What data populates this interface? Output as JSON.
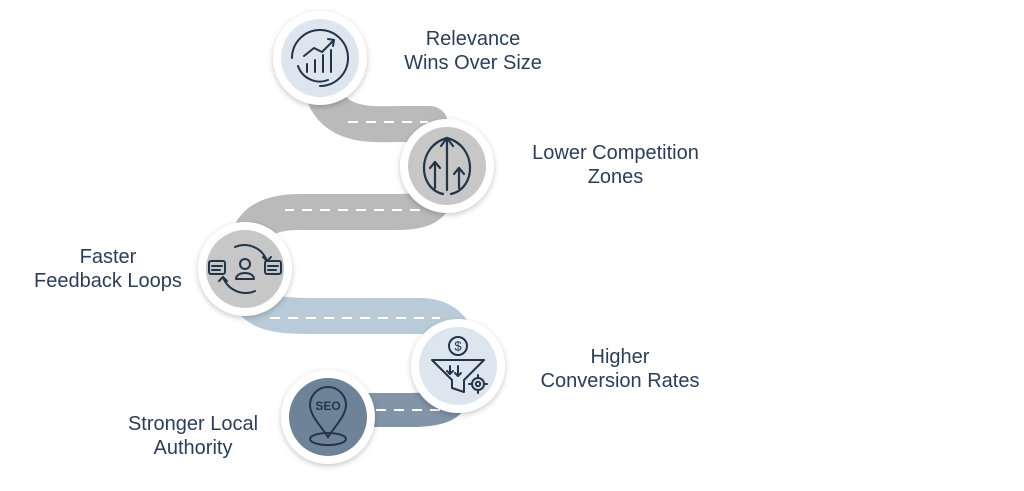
{
  "colors": {
    "road_gray": "#b9bab9",
    "road_blue": "#b9cbd8",
    "road_slate": "#8294a7",
    "dash": "#ffffff",
    "circle_ring": "#ffffff",
    "icon_fill_light": "#dde5ee",
    "icon_fill_gray": "#c6c7c6",
    "icon_fill_slate": "#6f8398",
    "icon_stroke": "#24354a",
    "text": "#2c3e57"
  },
  "milestones": [
    {
      "id": "relevance",
      "icon": "growth-chart-icon",
      "lines": [
        "Relevance",
        "Wins Over Size"
      ]
    },
    {
      "id": "competition",
      "icon": "upward-arrows-icon",
      "lines": [
        "Lower Competition",
        "Zones"
      ]
    },
    {
      "id": "feedback",
      "icon": "feedback-loop-icon",
      "lines": [
        "Faster",
        "Feedback Loops"
      ]
    },
    {
      "id": "conversion",
      "icon": "conversion-funnel-icon",
      "lines": [
        "Higher",
        "Conversion Rates"
      ]
    },
    {
      "id": "local",
      "icon": "seo-location-pin-icon",
      "lines": [
        "Stronger Local",
        "Authority"
      ]
    }
  ],
  "seo_pin_text": "SEO"
}
